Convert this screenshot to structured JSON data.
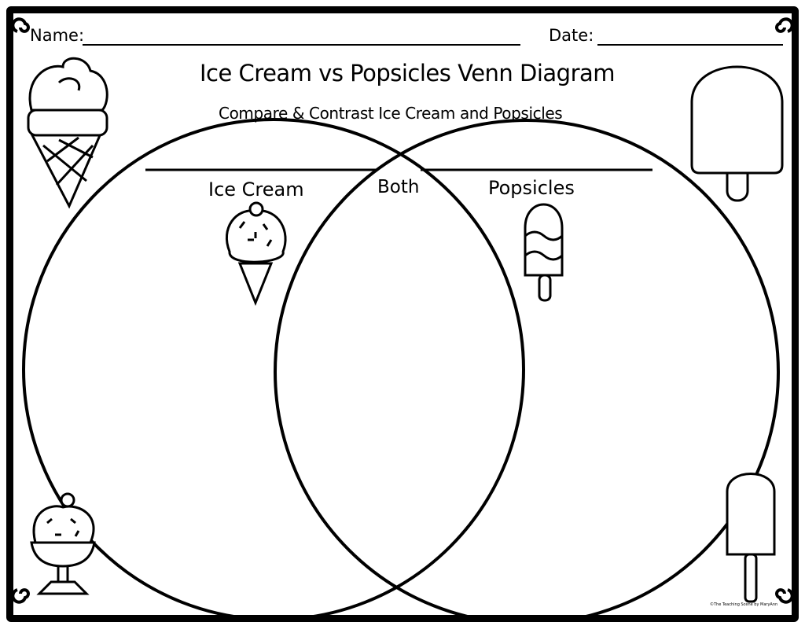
{
  "header": {
    "name_label": "Name:",
    "date_label": "Date:"
  },
  "title": "Ice Cream vs Popsicles Venn Diagram",
  "subtitle": "Compare & Contrast Ice Cream and Popsicles",
  "venn": {
    "left_label": "Ice Cream",
    "middle_label": "Both",
    "right_label": "Popsicles"
  },
  "footer": {
    "copyright": "©The Teaching Scene by MaryAnn"
  }
}
